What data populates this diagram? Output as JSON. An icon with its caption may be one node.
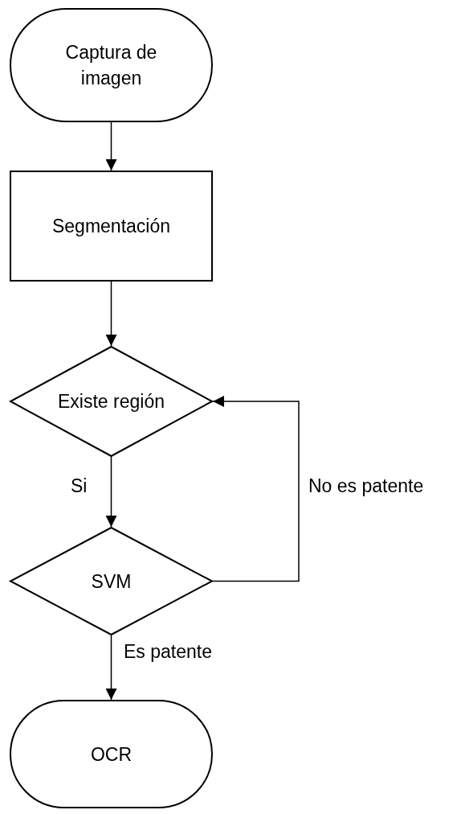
{
  "diagram": {
    "nodes": [
      {
        "text": [
          "Captura de imagen"
        ]
      },
      {
        "text": [
          "Segmentación"
        ]
      },
      {
        "text": [
          "Existe región"
        ]
      },
      {
        "text": [
          "SVM"
        ]
      },
      {
        "text": [
          "OCR"
        ]
      }
    ],
    "edges": [
      {
        "from": 0,
        "to": 1,
        "arrow": "to"
      },
      {
        "from": 1,
        "to": 2,
        "arrow": "to"
      },
      {
        "from": 2,
        "to": 3,
        "arrow": "to",
        "label": "Si"
      },
      {
        "from": 3,
        "to": 2,
        "arrow": "to",
        "label": "No es patente"
      },
      {
        "from": 3,
        "to": 4,
        "arrow": "to",
        "label": "Es patente"
      }
    ]
  }
}
